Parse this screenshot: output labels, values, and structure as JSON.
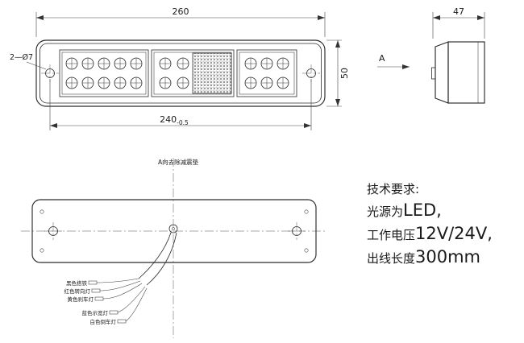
{
  "drawing": {
    "front": {
      "dim_width": "260",
      "dim_height": "50",
      "dim_mount": "240",
      "dim_mount_tol": "-0.5",
      "hole_callout": "2—Ø7"
    },
    "side": {
      "dim_depth": "47",
      "view_label": "A"
    },
    "rear": {
      "title": "A向去除减震垫",
      "wires": [
        {
          "label": "黑色搭铁"
        },
        {
          "label": "红色转向灯"
        },
        {
          "label": "黄色刹车灯"
        },
        {
          "label": "蓝色示宽灯"
        },
        {
          "label": "白色倒车灯"
        }
      ]
    },
    "tech": {
      "title": "技术要求:",
      "l1_cn": "光源为",
      "l1_lat": "LED,",
      "l2_cn": "工作电压",
      "l2_lat": "12V/24V,",
      "l3_cn": "出线长度",
      "l3_lat": "300mm"
    }
  }
}
